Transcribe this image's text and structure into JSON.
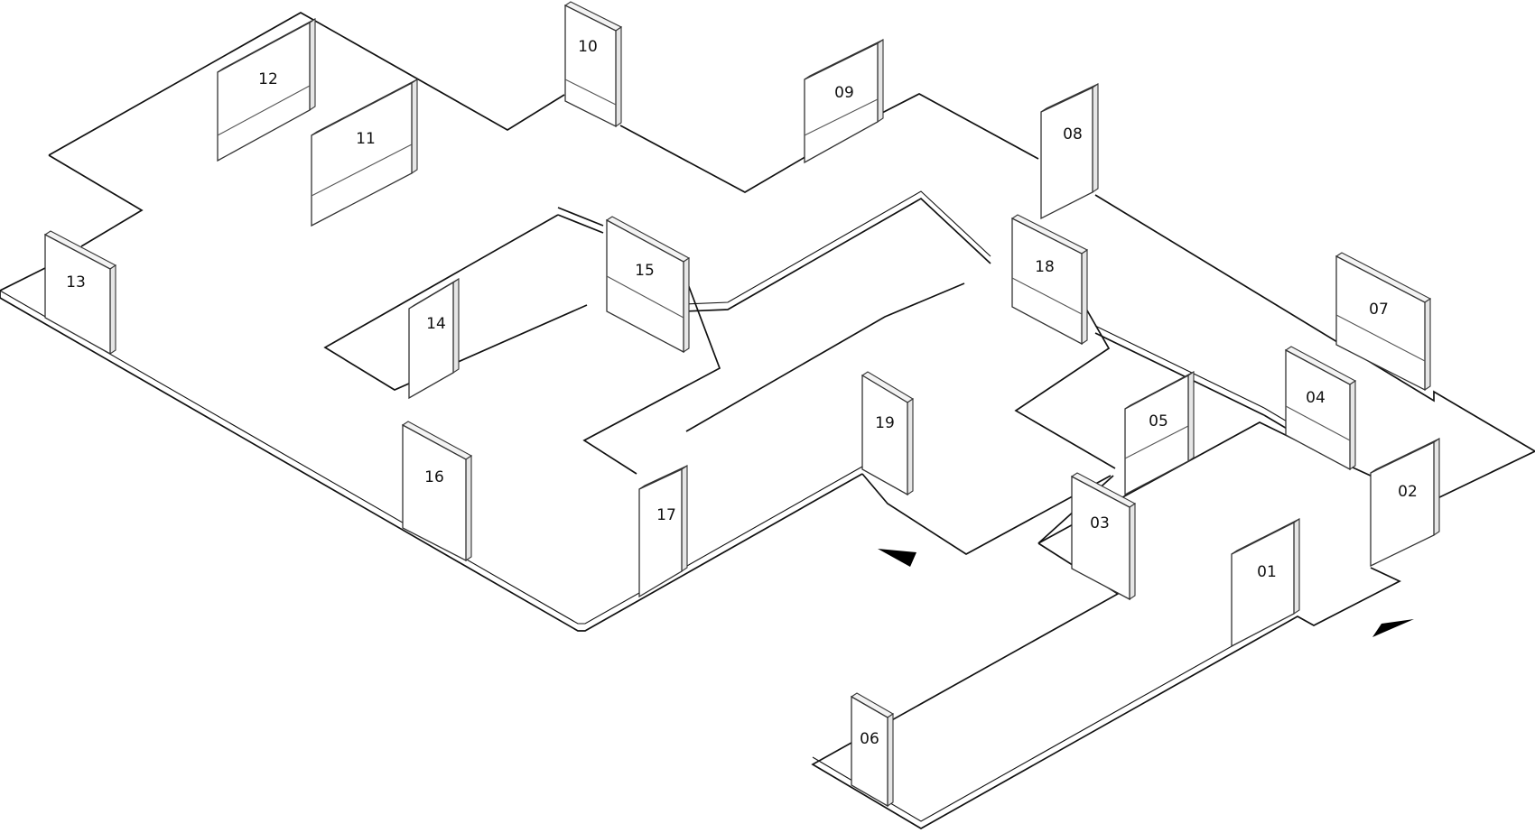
{
  "panels": [
    {
      "id": "01",
      "label": "01"
    },
    {
      "id": "02",
      "label": "02"
    },
    {
      "id": "03",
      "label": "03"
    },
    {
      "id": "04",
      "label": "04"
    },
    {
      "id": "05",
      "label": "05"
    },
    {
      "id": "06",
      "label": "06"
    },
    {
      "id": "07",
      "label": "07"
    },
    {
      "id": "08",
      "label": "08"
    },
    {
      "id": "09",
      "label": "09"
    },
    {
      "id": "10",
      "label": "10"
    },
    {
      "id": "11",
      "label": "11"
    },
    {
      "id": "12",
      "label": "12"
    },
    {
      "id": "13",
      "label": "13"
    },
    {
      "id": "14",
      "label": "14"
    },
    {
      "id": "15",
      "label": "15"
    },
    {
      "id": "16",
      "label": "16"
    },
    {
      "id": "17",
      "label": "17"
    },
    {
      "id": "18",
      "label": "18"
    },
    {
      "id": "19",
      "label": "19"
    }
  ],
  "arrows": [
    {
      "id": "entrance",
      "direction": "in"
    },
    {
      "id": "exit",
      "direction": "out"
    }
  ]
}
